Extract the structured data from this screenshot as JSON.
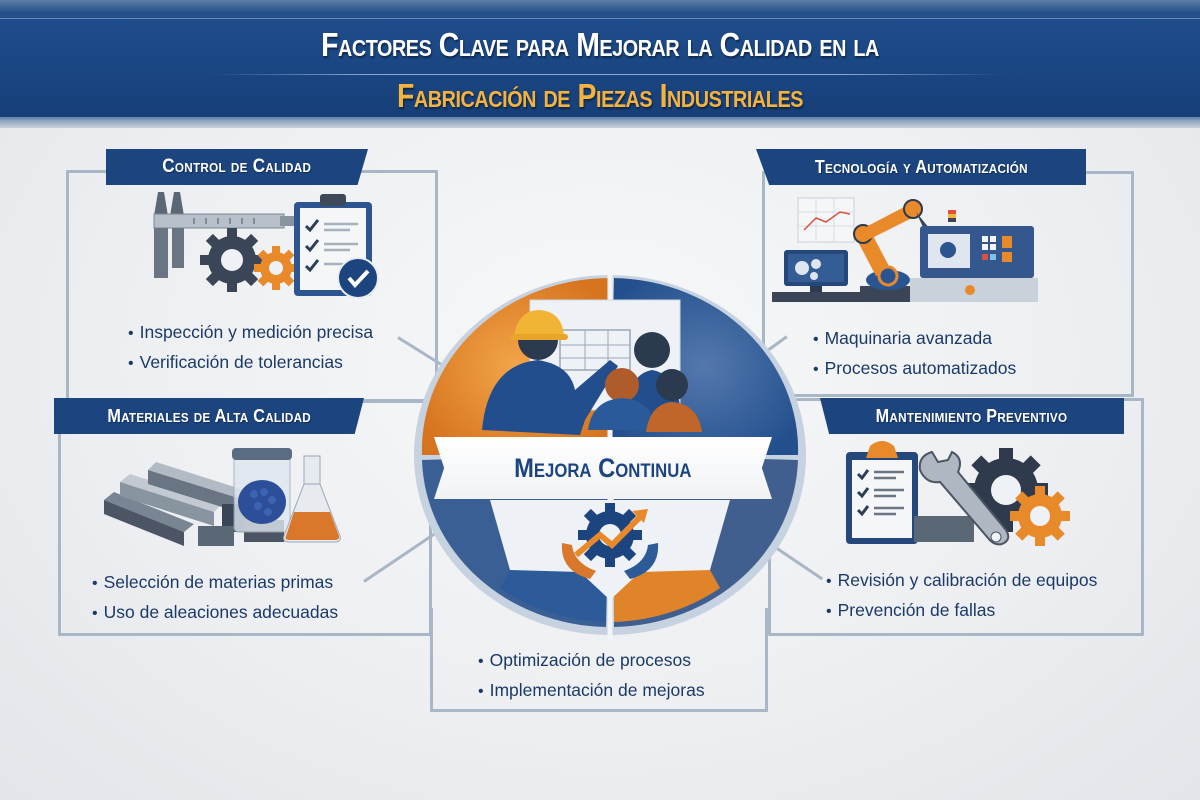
{
  "header": {
    "title_line1_parts": [
      "F",
      "ACTORES ",
      "C",
      "LAVE ",
      "PARA ",
      "M",
      "EJORAR ",
      "LA ",
      "C",
      "ALIDAD ",
      "EN LA"
    ],
    "title_line1": "Factores Clave para Mejorar la Calidad en la",
    "title_line2": "Fabricación de Piezas Industriales"
  },
  "center": {
    "title": "Mejora Continua",
    "icon": "gear-with-upward-arrow-and-hands-icon",
    "illustration": "team-of-workers-reviewing-chart",
    "bullets": [
      "Optimización de procesos",
      "Implementación de mejoras"
    ],
    "segment_colors": [
      "#e0842a",
      "#2d5a98",
      "#2d5a98",
      "#e0842a"
    ]
  },
  "panels": {
    "control_calidad": {
      "title": "Control de Calidad",
      "icons": [
        "caliper-icon",
        "gear-icon",
        "checklist-clipboard-icon",
        "check-badge-icon"
      ],
      "bullets": [
        "Inspección y medición precisa",
        "Verificación de tolerancias"
      ]
    },
    "tecnologia": {
      "title": "Tecnología y Automatización",
      "icons": [
        "line-chart-icon",
        "computer-monitor-gears-icon",
        "robotic-arm-icon",
        "cnc-machine-icon"
      ],
      "bullets": [
        "Maquinaria avanzada",
        "Procesos automatizados"
      ]
    },
    "materiales": {
      "title": "Materiales de Alta Calidad",
      "icons": [
        "metal-bars-icon",
        "jar-of-pellets-icon",
        "flask-icon"
      ],
      "bullets": [
        "Selección de materias primas",
        "Uso de aleaciones adecuadas"
      ]
    },
    "mantenimiento": {
      "title": "Mantenimiento Preventivo",
      "icons": [
        "checklist-clipboard-icon",
        "wrench-icon",
        "gears-icon"
      ],
      "bullets": [
        "Revisión y calibración de equipos",
        "Prevención de fallas"
      ]
    }
  },
  "colors": {
    "navy": "#1c4580",
    "orange": "#e0842a",
    "gold_title": "#f4b23e",
    "frame": "#a9b6c6",
    "text_dark": "#1b3a67"
  }
}
